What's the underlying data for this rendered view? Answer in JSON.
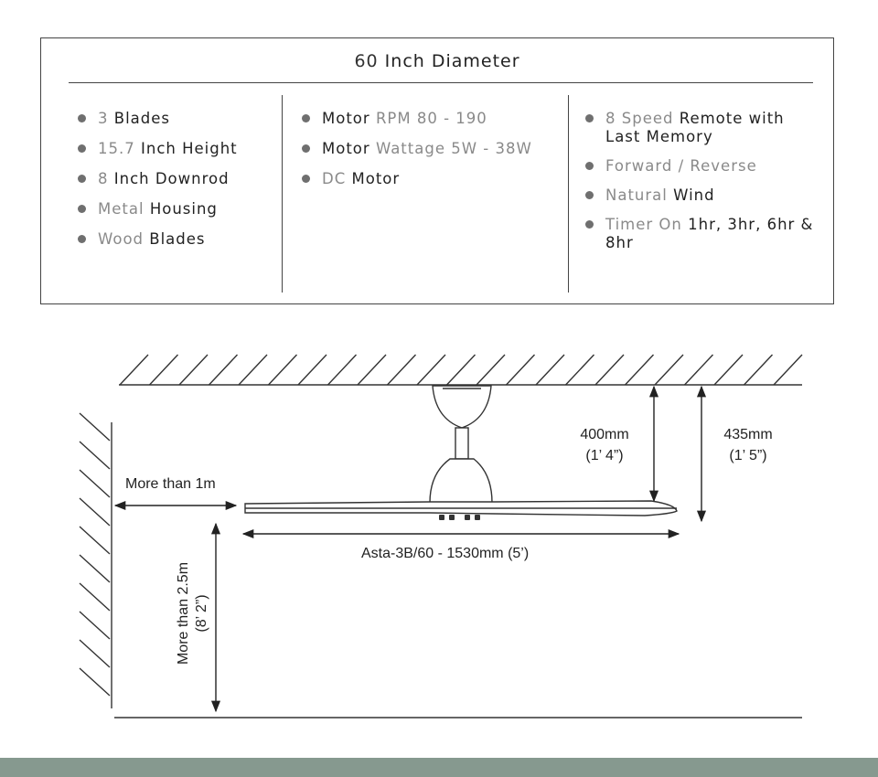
{
  "spec_box": {
    "title_number": "60",
    "title_text": "Inch Diameter",
    "columns": [
      {
        "items": [
          {
            "light": "3",
            "dark": "Blades"
          },
          {
            "light": "15.7",
            "dark": "Inch Height"
          },
          {
            "light": "8",
            "dark": "Inch Downrod"
          },
          {
            "light": "Metal",
            "dark": "Housing"
          },
          {
            "light": "Wood",
            "dark": "Blades"
          }
        ]
      },
      {
        "items": [
          {
            "dark": "Motor",
            "light": "RPM 80 - 190"
          },
          {
            "dark": "Motor",
            "light": "Wattage 5W - 38W"
          },
          {
            "light": "DC",
            "dark": "Motor"
          }
        ]
      },
      {
        "items": [
          {
            "light": "8 Speed",
            "dark": "Remote with Last Memory"
          },
          {
            "light": "Forward / Reverse",
            "dark": ""
          },
          {
            "light": "Natural",
            "dark": "Wind"
          },
          {
            "light": "Timer On",
            "dark": "1hr, 3hr, 6hr & 8hr"
          }
        ]
      }
    ]
  },
  "diagram": {
    "wall_clearance": "More than 1m",
    "floor_clearance_line1": "More than 2.5m",
    "floor_clearance_line2": "(8’ 2”)",
    "drop_height_mm": "400mm",
    "drop_height_ft": "(1’ 4”)",
    "total_height_mm": "435mm",
    "total_height_ft": "(1’ 5”)",
    "span_label": "Asta-3B/60 - 1530mm (5’)"
  },
  "colors": {
    "line": "#333333",
    "bottom_bar": "#86998f",
    "bullet": "#6f6f6f",
    "light_text": "#8a8a8a"
  }
}
